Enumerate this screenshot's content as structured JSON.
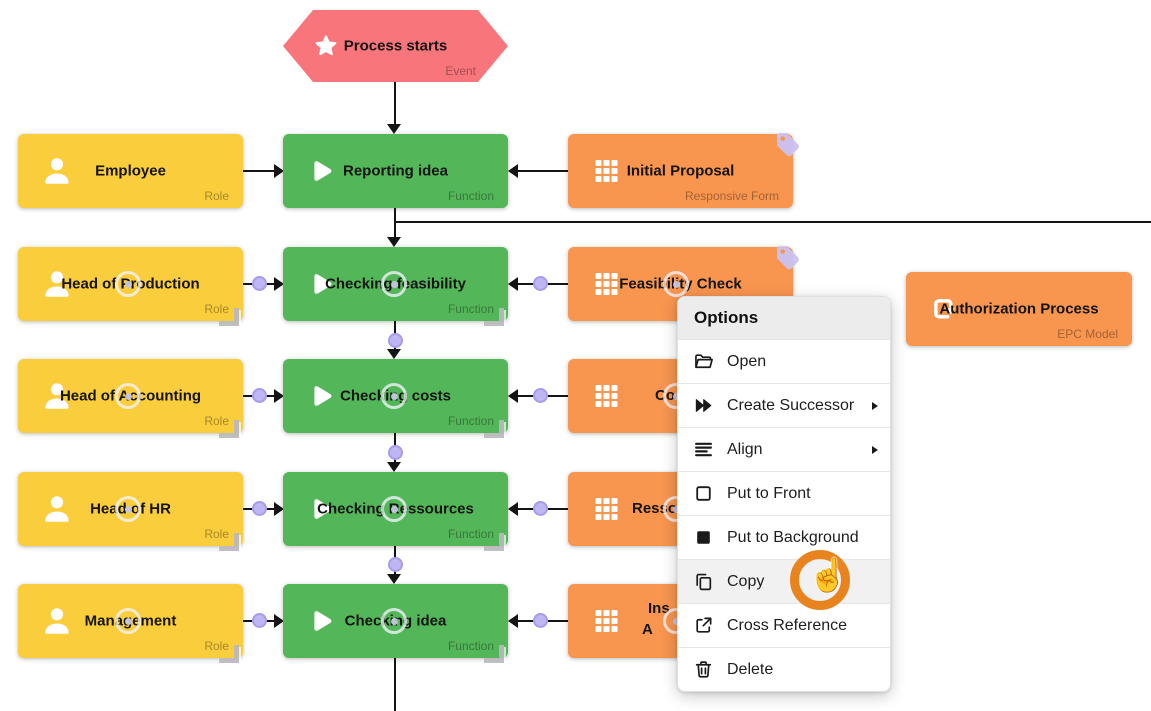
{
  "event_node": {
    "label": "Process starts",
    "type_label": "Event"
  },
  "rows": [
    {
      "role": {
        "label": "Employee",
        "type_label": "Role"
      },
      "function": {
        "label": "Reporting idea",
        "type_label": "Function"
      },
      "artifact": {
        "label": "Initial Proposal",
        "type_label": "Responsive Form"
      }
    },
    {
      "role": {
        "label": "Head of Production",
        "type_label": "Role"
      },
      "function": {
        "label": "Checking feasibility",
        "type_label": "Function"
      },
      "artifact": {
        "label": "Feasibility Check"
      }
    },
    {
      "role": {
        "label": "Head of Accounting",
        "type_label": "Role"
      },
      "function": {
        "label": "Checking costs",
        "type_label": "Function"
      },
      "artifact": {
        "label": "Co"
      }
    },
    {
      "role": {
        "label": "Head of HR",
        "type_label": "Role"
      },
      "function": {
        "label": "Checking Ressources",
        "type_label": "Function"
      },
      "artifact": {
        "label": "Resso"
      }
    },
    {
      "role": {
        "label": "Management",
        "type_label": "Role"
      },
      "function": {
        "label": "Checking idea",
        "type_label": "Function"
      },
      "artifact": {
        "label": "Ins",
        "label_line2": "A"
      }
    }
  ],
  "model_node": {
    "label": "Authorization Process",
    "type_label": "EPC Model"
  },
  "context_menu": {
    "title": "Options",
    "items": [
      {
        "label": "Open",
        "icon": "folder-open-icon",
        "submenu": false
      },
      {
        "label": "Create Successor",
        "icon": "fast-forward-icon",
        "submenu": true
      },
      {
        "label": "Align",
        "icon": "align-lines-icon",
        "submenu": true
      },
      {
        "label": "Put to Front",
        "icon": "square-outline-icon",
        "submenu": false
      },
      {
        "label": "Put to Background",
        "icon": "square-filled-icon",
        "submenu": false
      },
      {
        "label": "Copy",
        "icon": "copy-icon",
        "submenu": false,
        "highlighted": true
      },
      {
        "label": "Cross Reference",
        "icon": "external-link-icon",
        "submenu": false
      },
      {
        "label": "Delete",
        "icon": "trash-icon",
        "submenu": false
      }
    ]
  },
  "colors": {
    "event": "#F8767B",
    "role": "#FACD3C",
    "function": "#53B658",
    "artifact": "#F8954F",
    "connector_handle": "#BEB6F2",
    "line": "#141414",
    "menu_header_bg": "#ECECEC",
    "menu_hover_bg": "#F1F1F1",
    "click_ring": "#E8831D",
    "tag_badge": "#C9C2F2"
  }
}
